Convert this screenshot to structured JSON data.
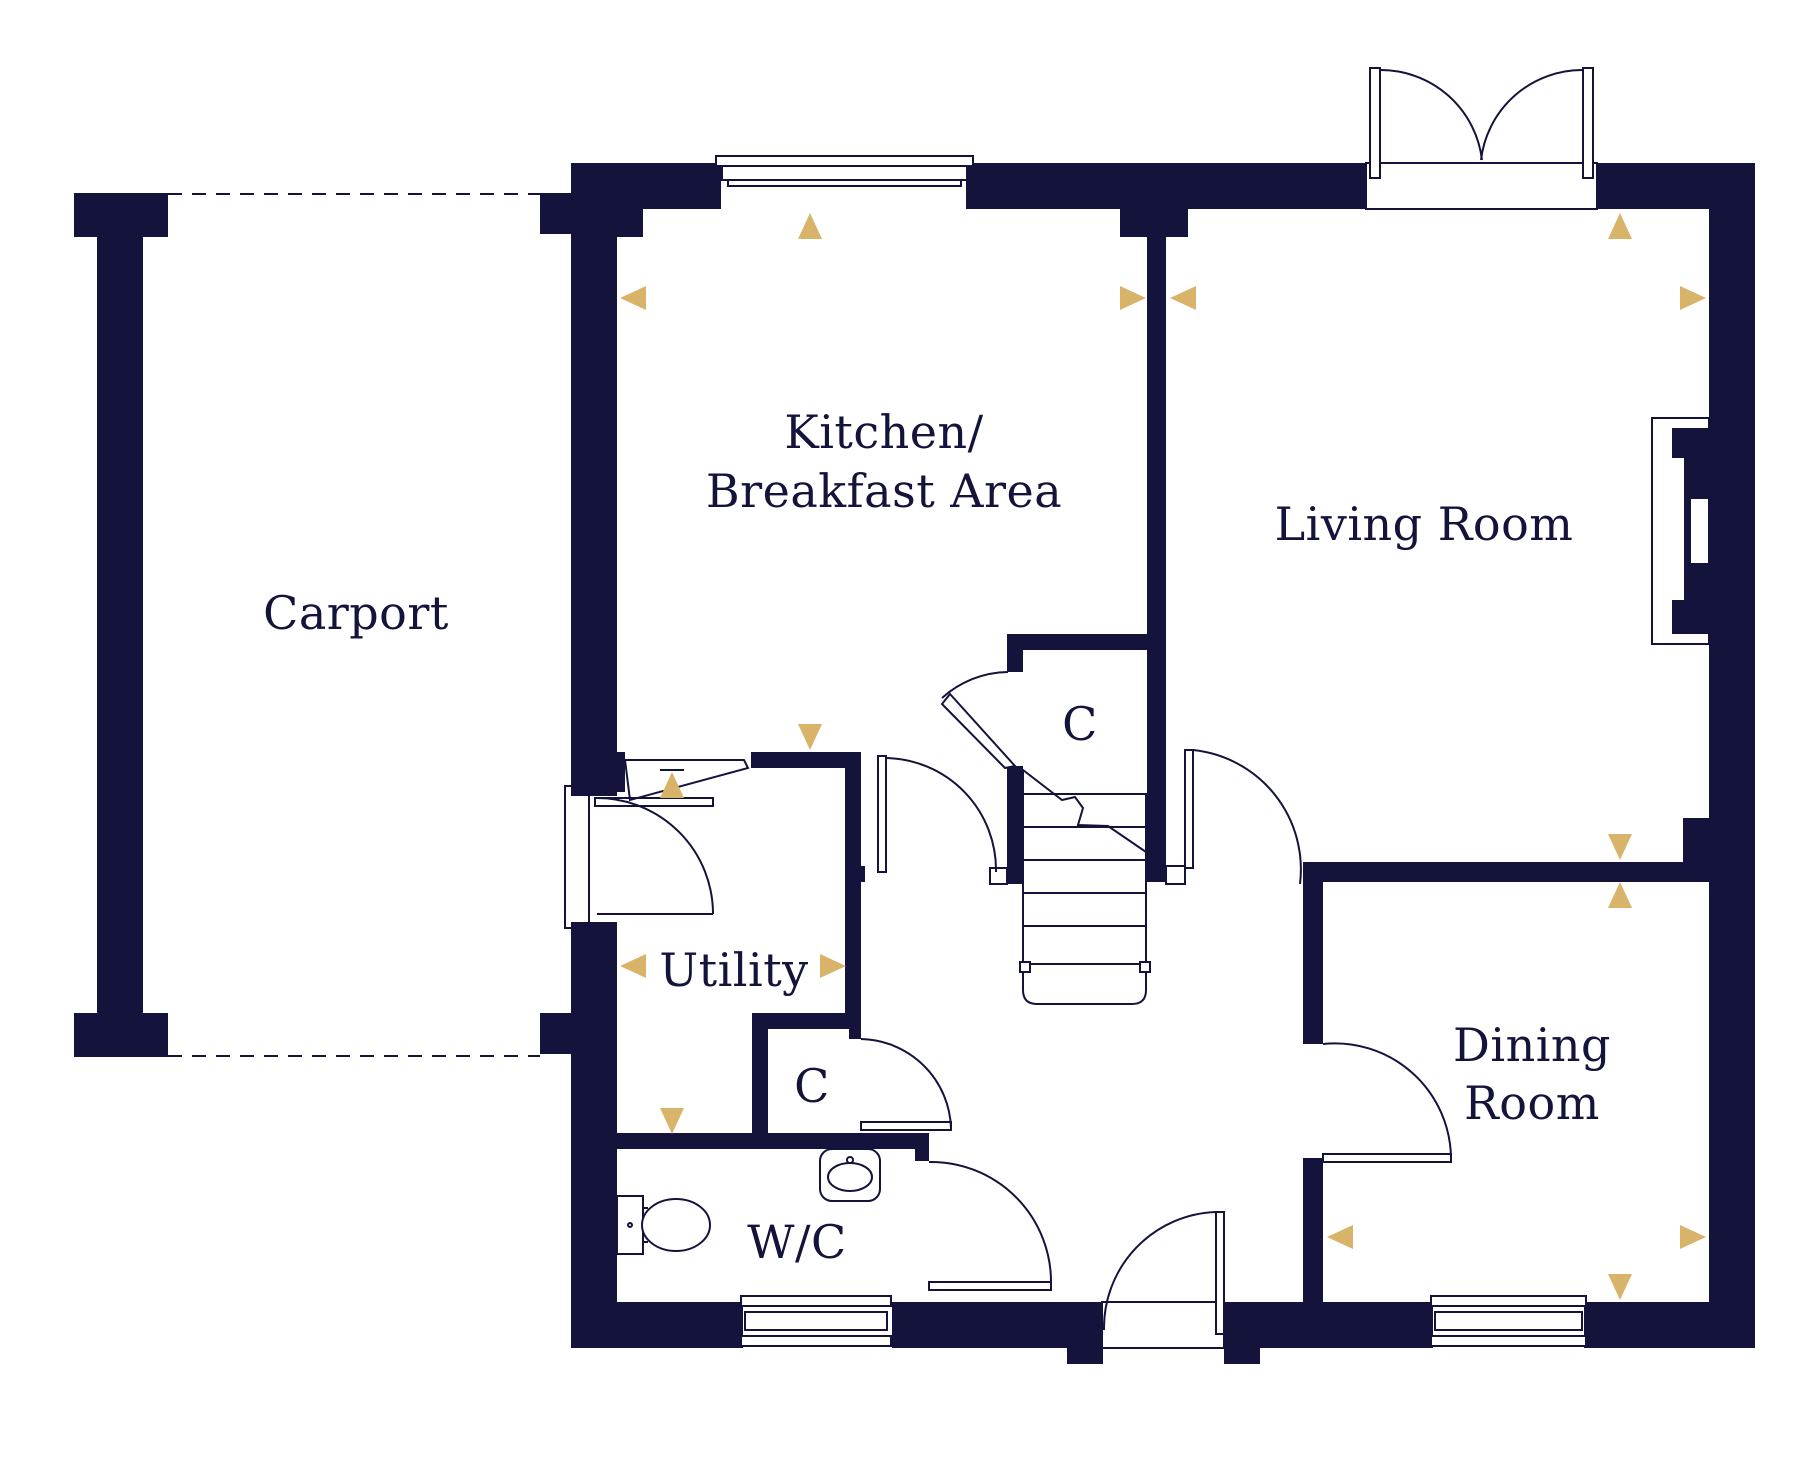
{
  "colors": {
    "wall": "#13133b",
    "marker": "#d8b36a",
    "background": "#ffffff"
  },
  "rooms": {
    "carport": "Carport",
    "kitchen_line1": "Kitchen/",
    "kitchen_line2": "Breakfast Area",
    "living_room": "Living Room",
    "cupboard_upper": "C",
    "utility": "Utility",
    "cupboard_lower": "C",
    "dining_line1": "Dining",
    "dining_line2": "Room",
    "wc": "W/C"
  },
  "icons": [
    "window-icon",
    "french-door-icon",
    "door-swing-icon",
    "stair-icon",
    "fireplace-icon",
    "toilet-icon",
    "sink-icon",
    "dimension-arrow-icon"
  ]
}
